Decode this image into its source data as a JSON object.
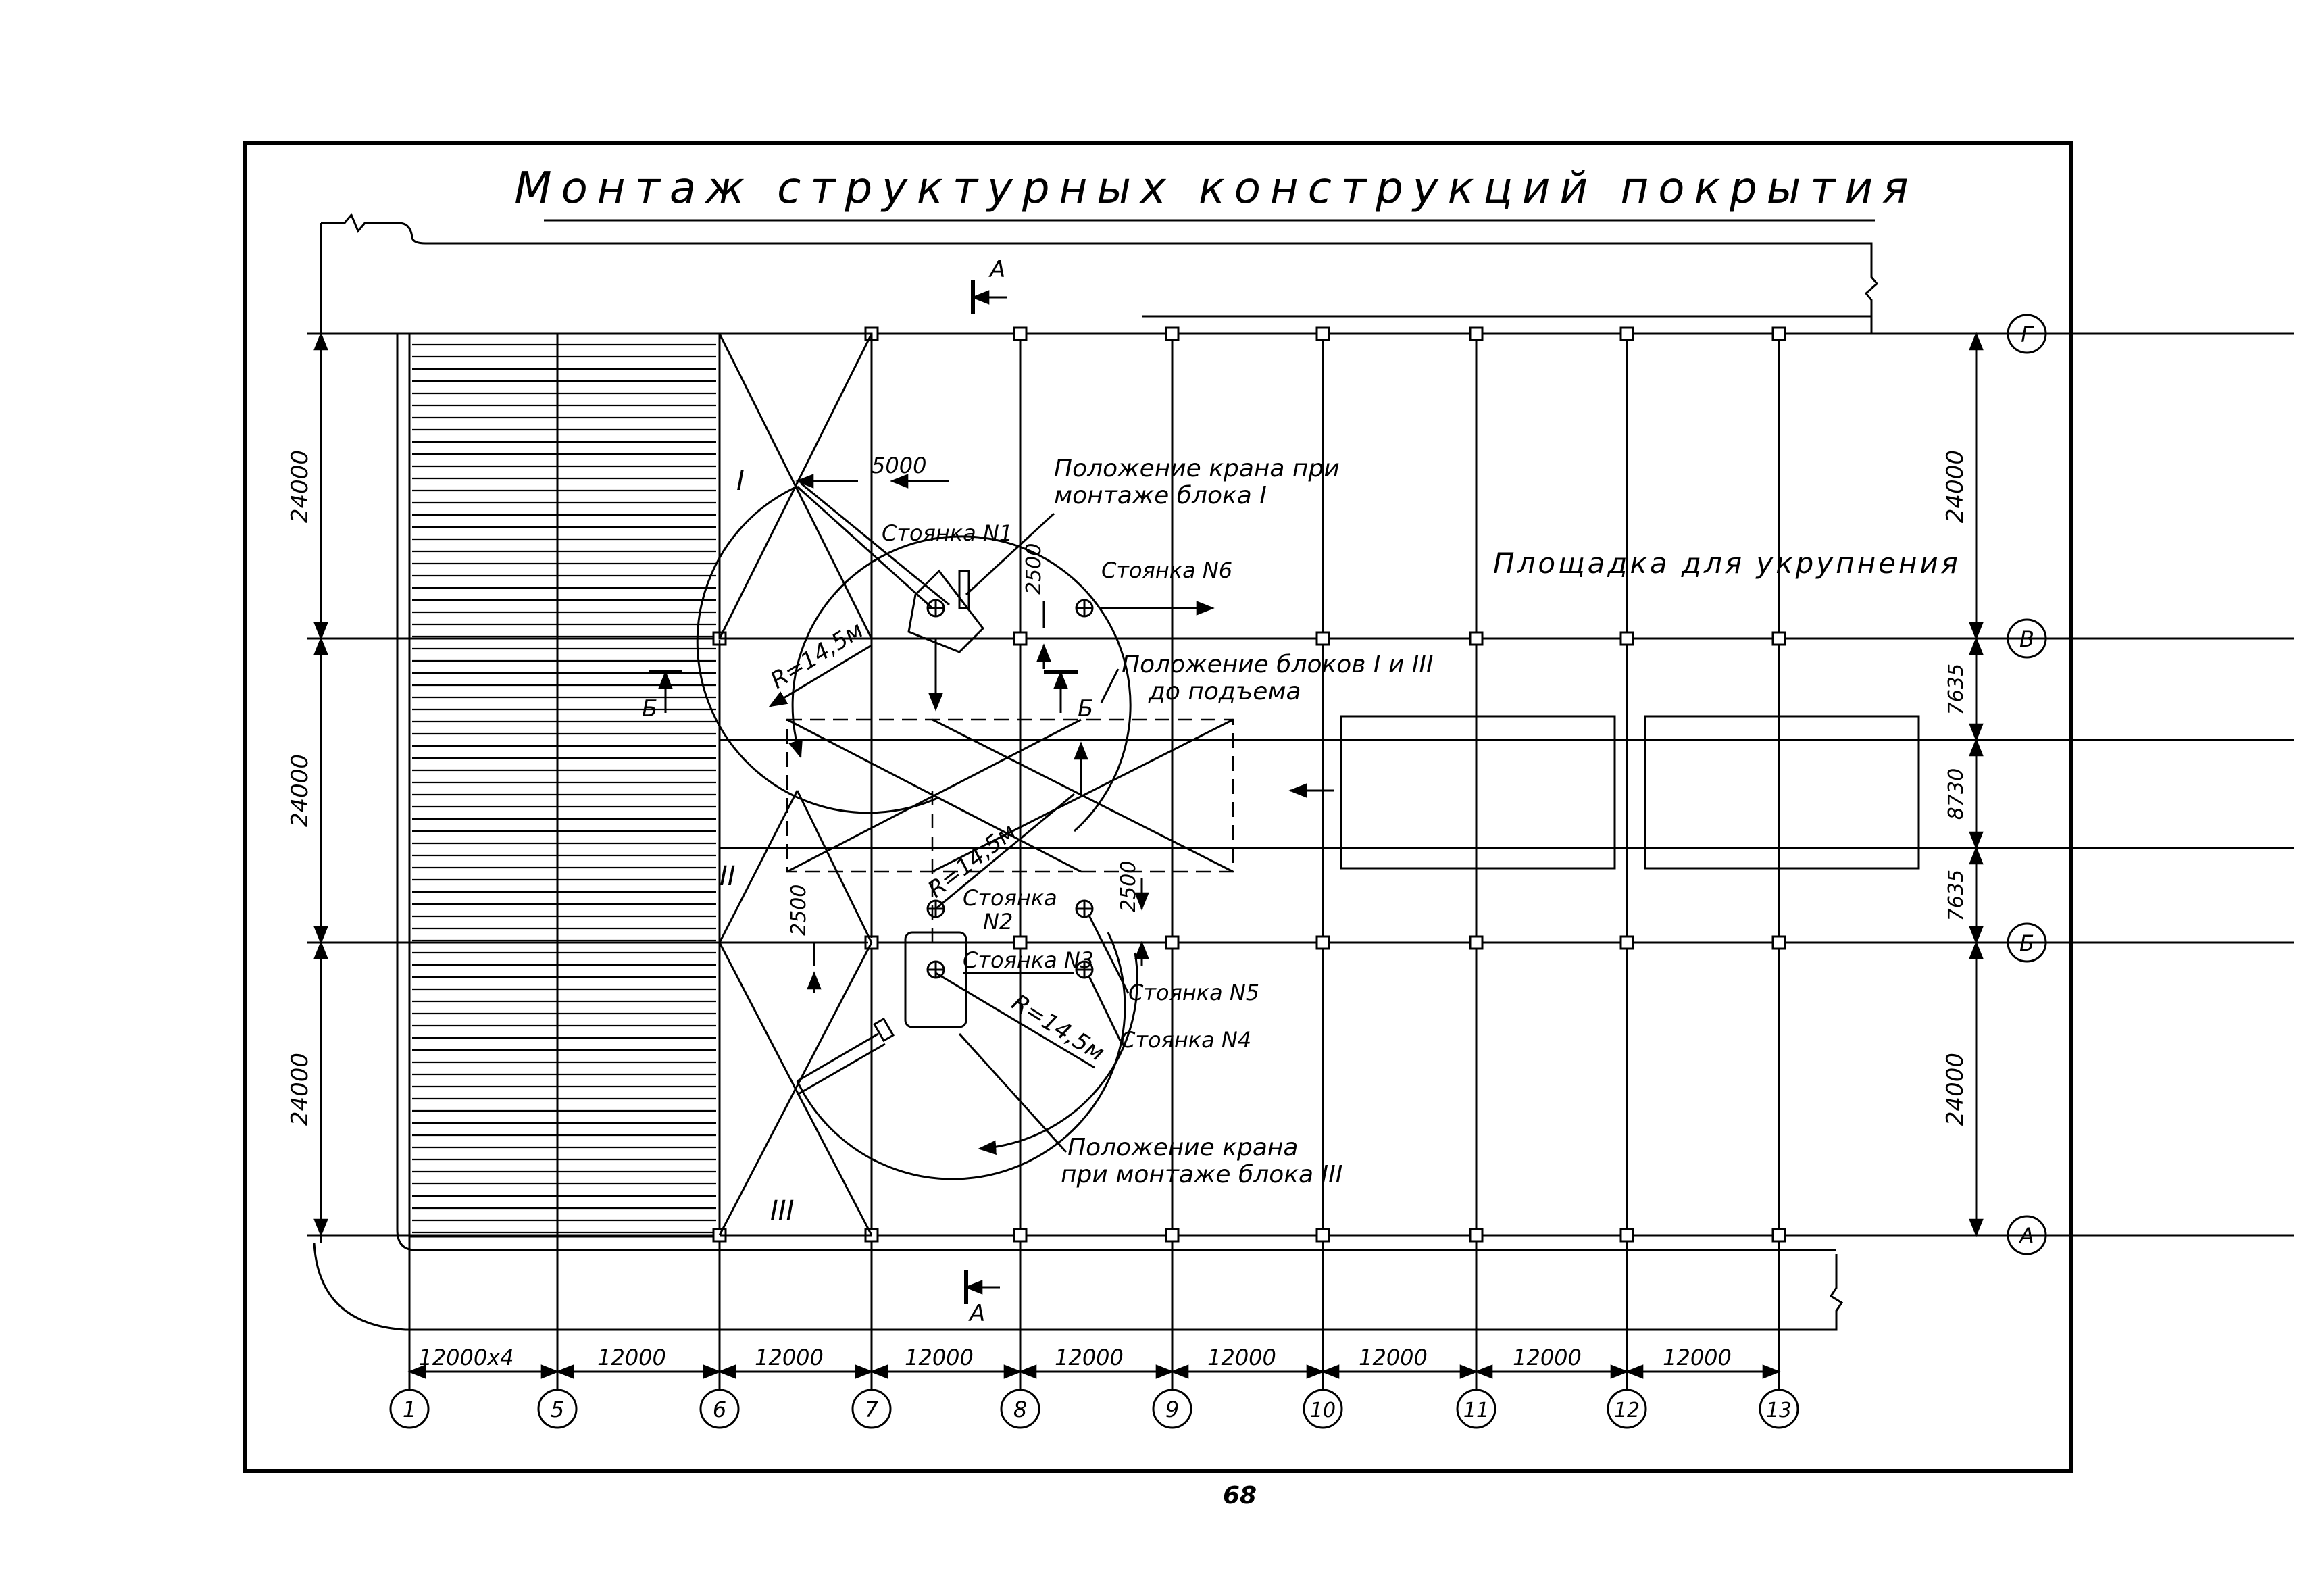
{
  "title": "Монтаж структурных конструкций покрытия",
  "page_number": "68",
  "axes": {
    "columns": [
      "1",
      "5",
      "6",
      "7",
      "8",
      "9",
      "10",
      "11",
      "12",
      "13"
    ],
    "rows": [
      "Г",
      "В",
      "Б",
      "А"
    ]
  },
  "dimensions": {
    "bottom": [
      "12000х4",
      "12000",
      "12000",
      "12000",
      "12000",
      "12000",
      "12000",
      "12000",
      "12000"
    ],
    "left": [
      "24000",
      "24000",
      "24000"
    ],
    "right": [
      "24000",
      "7635",
      "8730",
      "7635",
      "24000"
    ],
    "offset_5000": "5000",
    "offset_2500_a": "2500",
    "offset_2500_b": "2500",
    "offset_2500_c": "2500"
  },
  "sections": {
    "aa": "А",
    "bb": "Б"
  },
  "blocks": {
    "I": "I",
    "II": "II",
    "III": "III"
  },
  "labels": {
    "crane_block1_line1": "Положение крана при",
    "crane_block1_line2": "монтаже блока I",
    "stop1": "Стоянка N1",
    "stop6": "Стоянка N6",
    "assembly_area": "Площадка для укрупнения",
    "blocks_before_line1": "Положение блоков I и III",
    "blocks_before_line2": "до подъема",
    "stop2_line1": "Стоянка",
    "stop2_line2": "N2",
    "stop3": "Стоянка N3",
    "stop5": "Стоянка N5",
    "stop4": "Стоянка N4",
    "crane_block3_line1": "Положение крана",
    "crane_block3_line2": "при монтаже блока III",
    "radius_1": "R=14,5м",
    "radius_2": "R=14,5м",
    "radius_3": "R=14,5м"
  }
}
